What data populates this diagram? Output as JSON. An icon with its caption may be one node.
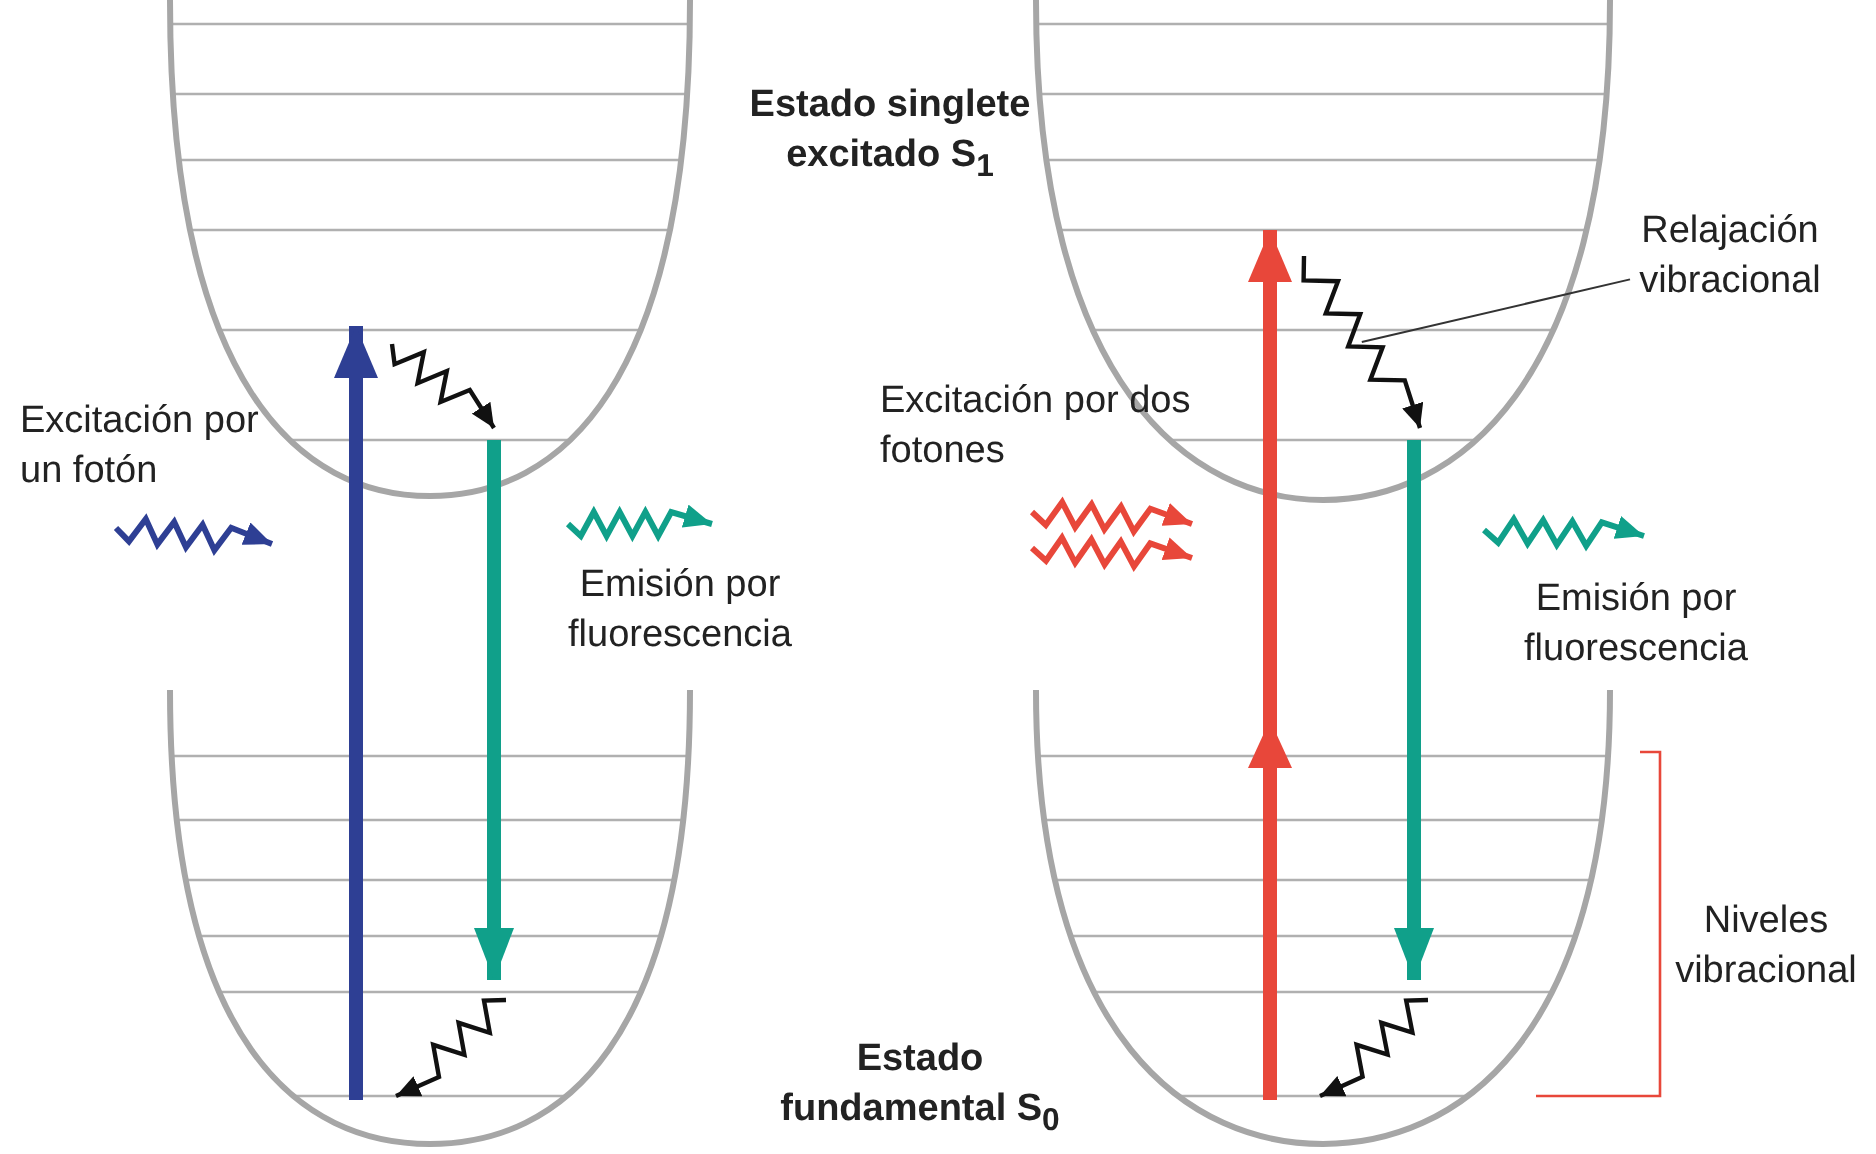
{
  "diagram": {
    "nodes": [
      {
        "text": [
          "Relajación vibracional"
        ]
      },
      {
        "text": [],
        "shape": "picture"
      }
    ],
    "edges": [
      {
        "from": 0,
        "to": 1,
        "arrow": "none"
      }
    ],
    "labels": [
      "Estado singlete excitado S$_{1}$",
      "Excitación por un fotón",
      "Excitación por dos fotones",
      "Emisión por fluorescencia",
      "Emisión por fluorescencia",
      "Niveles vibracional",
      "Estado fundamental S$_{0}$"
    ]
  }
}
